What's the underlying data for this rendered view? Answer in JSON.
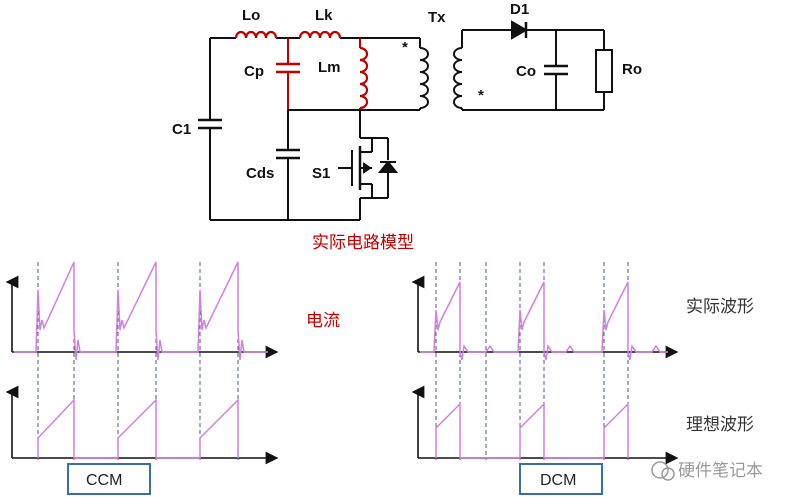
{
  "circuit": {
    "title": "实际电路模型",
    "components": {
      "lo": "Lo",
      "lk": "Lk",
      "tx": "Tx",
      "d1": "D1",
      "cp": "Cp",
      "lm": "Lm",
      "co": "Co",
      "ro": "Ro",
      "c1": "C1",
      "cds": "Cds",
      "s1": "S1"
    },
    "dot_mark": "*"
  },
  "waveforms": {
    "current_label": "电流",
    "actual_label": "实际波形",
    "ideal_label": "理想波形",
    "ccm_label": "CCM",
    "dcm_label": "DCM"
  },
  "watermark": "硬件笔记本",
  "colors": {
    "circuit_wire": "#111111",
    "inductor_red": "#c00000",
    "waveform": "#d080e0",
    "axis": "#111111",
    "mode_box_border": "#3b6fa0"
  }
}
